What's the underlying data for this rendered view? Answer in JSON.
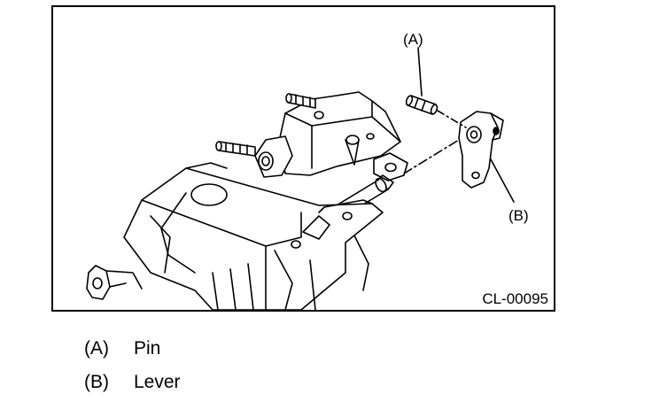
{
  "figure": {
    "id_label": "CL-00095",
    "callouts": [
      {
        "key": "(A)",
        "part": "pin"
      },
      {
        "key": "(B)",
        "part": "lever"
      }
    ]
  },
  "legend": {
    "items": [
      {
        "key": "(A)",
        "name": "Pin"
      },
      {
        "key": "(B)",
        "name": "Lever"
      }
    ]
  }
}
